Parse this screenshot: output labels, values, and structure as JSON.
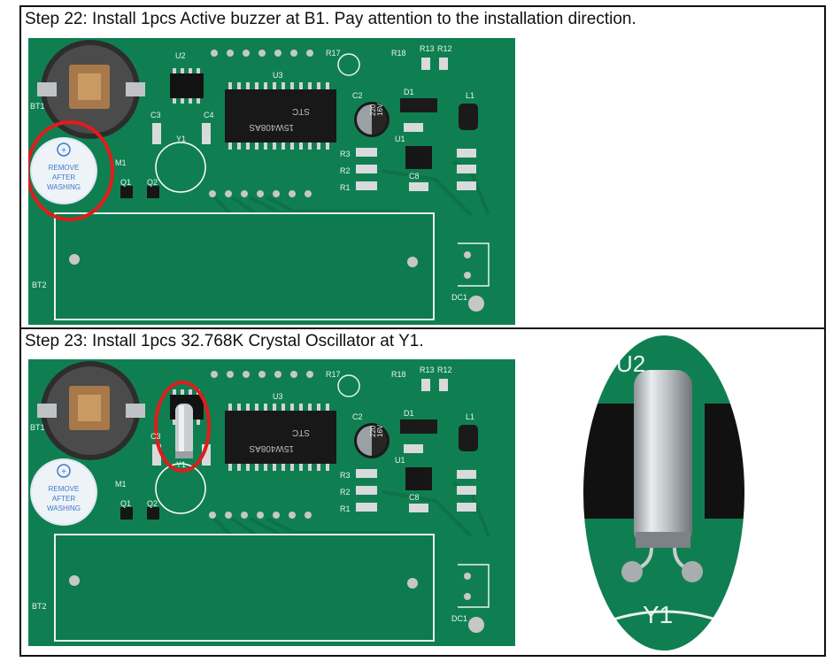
{
  "steps": [
    {
      "title": "Step 22: Install 1pcs Active buzzer at B1. Pay attention to the installation direction.",
      "highlight": "B1"
    },
    {
      "title": "Step 23: Install 1pcs 32.768K Crystal Oscillator at Y1.",
      "highlight": "Y1"
    }
  ],
  "board": {
    "labels": {
      "bt1": "BT1",
      "bt2": "BT2",
      "u2": "U2",
      "u3": "U3",
      "r17": "R17",
      "r18": "R18",
      "r13": "R13",
      "r12": "R12",
      "c2": "C2",
      "d1": "D1",
      "l1": "L1",
      "u1": "U1",
      "c3": "C3",
      "c4": "C4",
      "y1": "Y1",
      "m1": "M1",
      "q1": "Q1",
      "q2": "Q2",
      "r3": "R3",
      "r2": "R2",
      "r1": "R1",
      "c8": "C8",
      "dc1": "DC1",
      "chip_brand": "STC",
      "chip_model": "15W408AS",
      "cap_value": "220",
      "cap_voltage": "16V"
    },
    "buzzer_sticker": [
      "REMOVE",
      "AFTER",
      "WASHING"
    ]
  },
  "zoom": {
    "label_top": "U2",
    "label_bottom": "Y1"
  },
  "colors": {
    "pcb": "#0f7f52",
    "pcb_dark": "#0b6a44",
    "highlight": "#e21b1b",
    "silk": "#e8f3ec"
  }
}
